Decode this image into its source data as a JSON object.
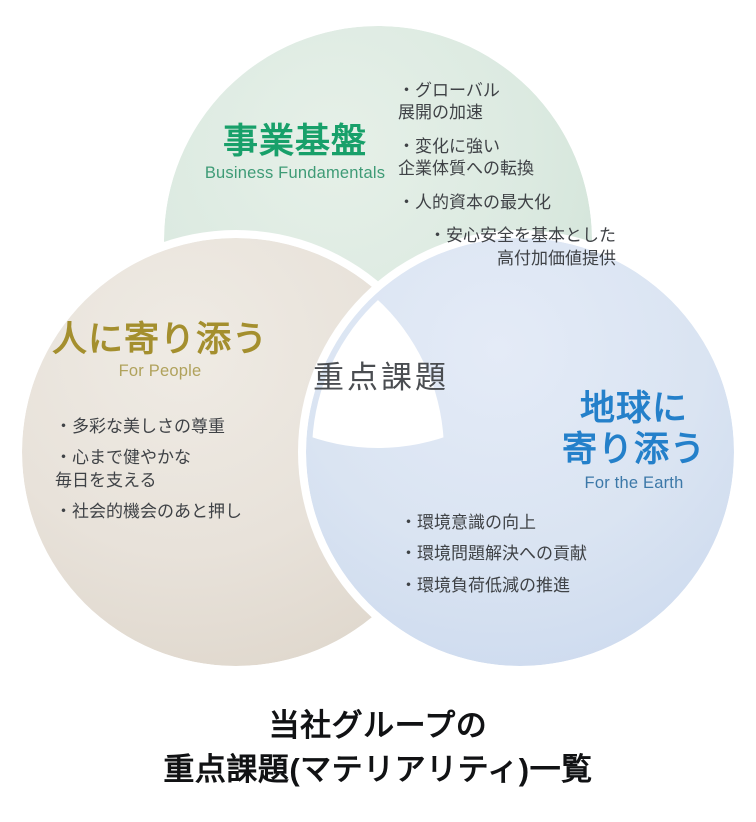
{
  "diagram": {
    "center_label": "重点課題",
    "lobes": [
      {
        "id": "business-fundamentals",
        "title": "事業基盤",
        "subtitle": "Business Fundamentals",
        "fill_color": "#DEEBE2",
        "title_color": "#18A06A",
        "bullets": [
          "・グローバル\n展開の加速",
          "・変化に強い\n企業体質への転換",
          "・人的資本の最大化",
          "・安心安全を基本とした\n高付加価値提供"
        ]
      },
      {
        "id": "for-people",
        "title": "人に寄り添う",
        "subtitle": "For People",
        "fill_color": "#E8E2DA",
        "title_color": "#A48F2E",
        "bullets": [
          "・多彩な美しさの尊重",
          "・心まで健やかな\n毎日を支える",
          "・社会的機会のあと押し"
        ]
      },
      {
        "id": "for-the-earth",
        "title": "地球に\n寄り添う",
        "subtitle": "For the Earth",
        "fill_color": "#DCE5F3",
        "title_color": "#2480CA",
        "bullets": [
          "・環境意識の向上",
          "・環境問題解決への貢献",
          "・環境負荷低減の推進"
        ]
      }
    ]
  },
  "caption": {
    "line1": "当社グループの",
    "line2": "重点課題(マテリアリティ)一覧"
  }
}
